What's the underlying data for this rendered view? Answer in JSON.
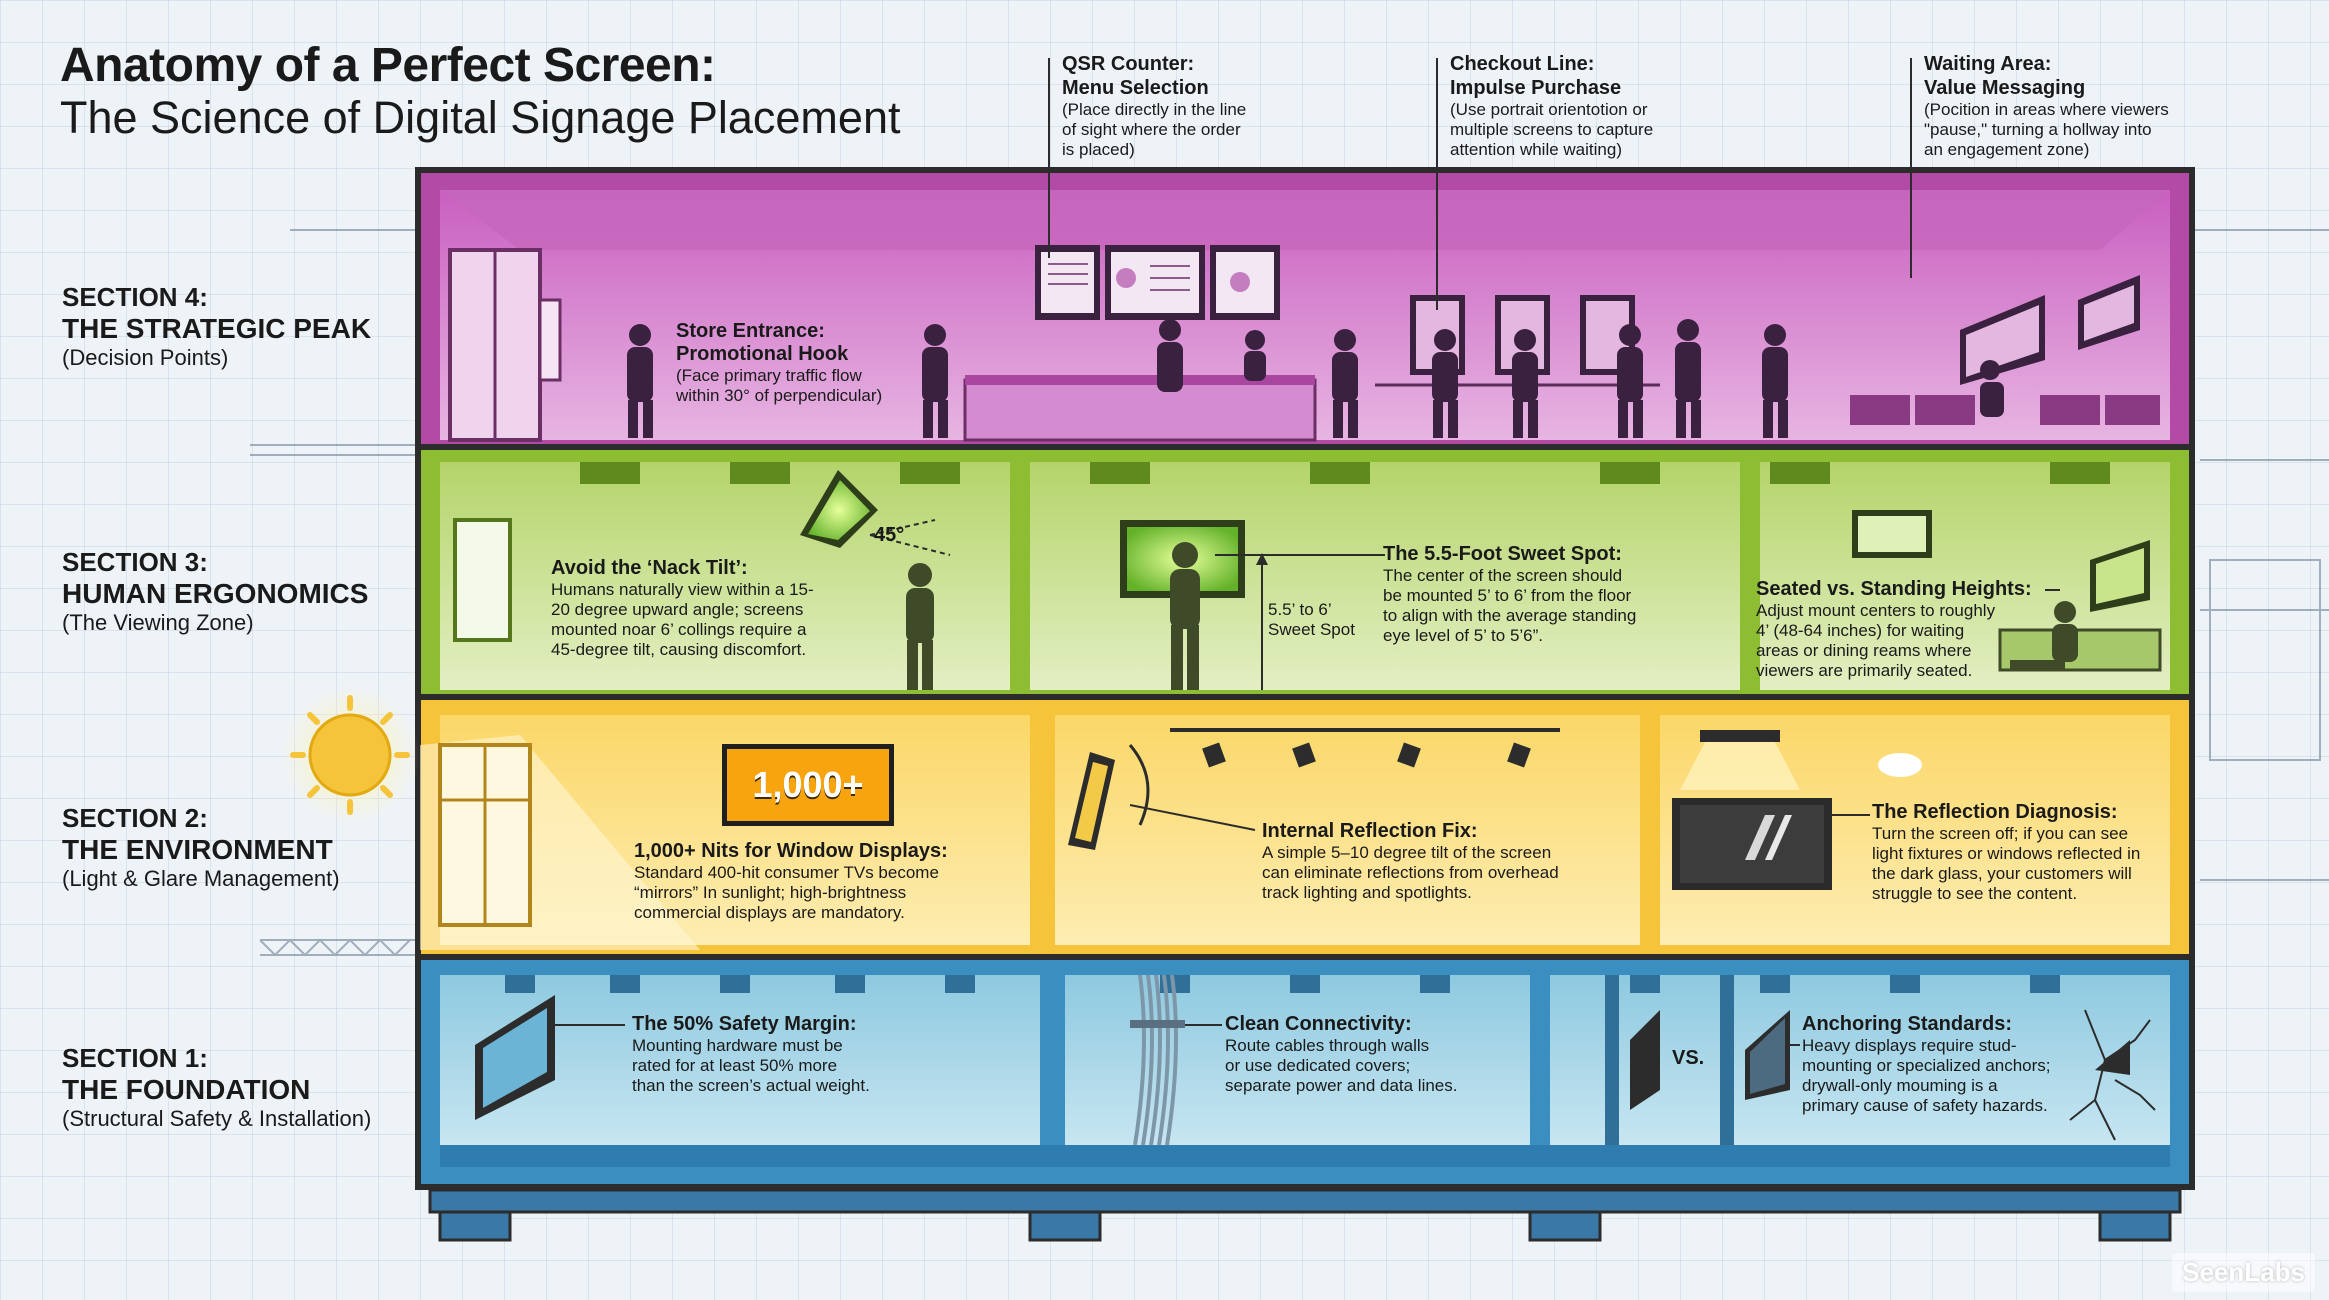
{
  "header": {
    "title": "Anatomy of a Perfect Screen:",
    "subtitle": "The Science of Digital Signage Placement"
  },
  "sections": [
    {
      "number": "SECTION 4:",
      "heading": "THE STRATEGIC PEAK",
      "sub": "(Decision Points)"
    },
    {
      "number": "SECTION 3:",
      "heading": "HUMAN ERGONOMICS",
      "sub": "(The Viewing Zone)"
    },
    {
      "number": "SECTION 2:",
      "heading": "THE ENVIRONMENT",
      "sub": "(Light & Glare Management)"
    },
    {
      "number": "SECTION 1:",
      "heading": "THE FOUNDATION",
      "sub": "(Structural Safety & Installation)"
    }
  ],
  "top_callouts": [
    {
      "title": "QSR Counter:",
      "title2": "Menu Selection",
      "desc": [
        "(Place directly in the line",
        "of sight where the order",
        "is placed)"
      ]
    },
    {
      "title": "Checkout Line:",
      "title2": "Impulse Purchase",
      "desc": [
        "(Use portrait orientotion or",
        "multiple screens to capture",
        "attention while waiting)"
      ]
    },
    {
      "title": "Waiting Area:",
      "title2": "Value Messaging",
      "desc": [
        "(Pocition in areas where viewers",
        "\"pause,\" turning a hollway into",
        "an engagement zone)"
      ]
    }
  ],
  "floor4": {
    "entrance": {
      "title": "Store Entrance:",
      "title2": "Promotional Hook",
      "desc": [
        "(Face primary traffic flow",
        "within 30° of perpendicular)"
      ]
    }
  },
  "floor3": {
    "nack": {
      "title": "Avoid the ‘Nack Tilt’:",
      "desc": [
        "Humans naturally view within a 15-",
        "20 degree upward angle; screens",
        "mounted noar 6’ collings require a",
        "45-degree tilt, causing discomfort."
      ]
    },
    "angle_label": "45°",
    "sweet": {
      "title": "The 5.5-Foot Sweet Spot:",
      "desc": [
        "The center of the screen should",
        "be mounted 5’ to 6’ from the floor",
        "to align with the average standing",
        "eye level of 5’ to 5’6”."
      ]
    },
    "sweet_marker": [
      "5.5’ to 6’",
      "Sweet Spot"
    ],
    "seated": {
      "title": "Seated vs. Standing Heights:",
      "desc": [
        "Adjust mount centers to roughly",
        "4’ (48-64 inches) for waiting",
        "areas or dining reams where",
        "viewers are primarily seated."
      ]
    }
  },
  "floor2": {
    "nits_label": "1,000+",
    "nits": {
      "title": "1,000+ Nits for Window Displays:",
      "desc": [
        "Standard 400-hit consumer TVs become",
        "“mirrors” In sunlight; high-brightness",
        "commercial displays are mandatory."
      ]
    },
    "internal": {
      "title": "Internal Reflection Fix:",
      "desc": [
        "A simple 5–10 degree tilt of the screen",
        "can eliminate reflections from overhead",
        "track lighting and spotlights."
      ]
    },
    "diagnosis": {
      "title": "The Reflection Diagnosis:",
      "desc": [
        "Turn the screen off; if you can see",
        "light fixtures or windows reflected in",
        "the dark glass, your customers will",
        "struggle to see the content."
      ]
    }
  },
  "floor1": {
    "safety": {
      "title": "The 50% Safety Margin:",
      "desc": [
        "Mounting hardware must be",
        "rated for at least 50% more",
        "than the screen’s actual weight."
      ]
    },
    "connectivity": {
      "title": "Clean Connectivity:",
      "desc": [
        "Route cables through walls",
        "or use dedicated covers;",
        "separate power and data lines."
      ]
    },
    "vs_label": "VS.",
    "anchoring": {
      "title": "Anchoring Standards:",
      "desc": [
        "Heavy displays require stud-",
        "mounting or specialized anchors;",
        "drywall-only mouming is a",
        "primary cause of safety hazards."
      ]
    }
  },
  "brand": "SeenLabs",
  "colors": {
    "floor4": "#b24aa6",
    "floor3": "#8dbd33",
    "floor2": "#f5c43a",
    "floor1": "#3a8fc0",
    "frame": "#2c2c2c",
    "silhouette": "#3f4a28"
  }
}
